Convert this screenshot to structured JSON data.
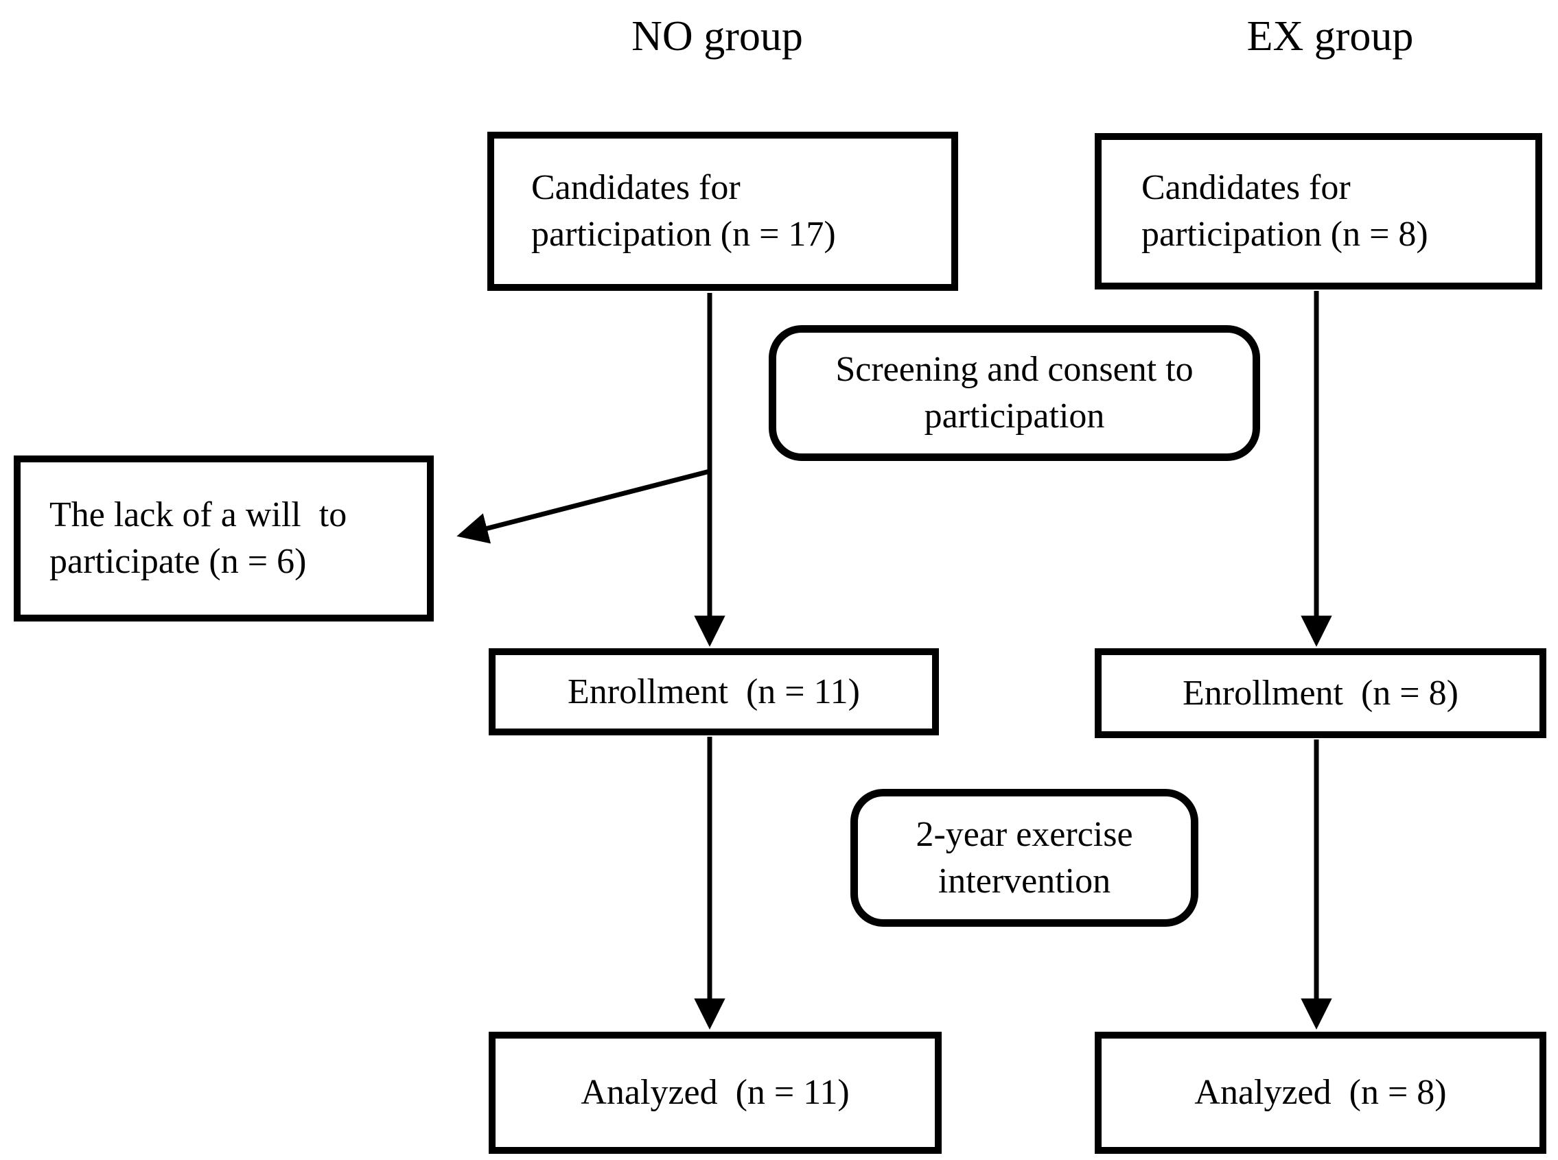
{
  "diagram": {
    "type": "participant-flow-diagram",
    "colors": {
      "ink": "#000000",
      "background": "#ffffff"
    },
    "column_titles": {
      "no_group": "NO group",
      "ex_group": "EX group"
    },
    "nodes": {
      "candidates_no": {
        "lines": [
          "Candidates for",
          "participation (n = 17)"
        ]
      },
      "candidates_ex": {
        "lines": [
          "Candidates for",
          "participation (n = 8)"
        ]
      },
      "screening": {
        "lines": [
          "Screening and consent to",
          "participation"
        ]
      },
      "dropout": {
        "lines": [
          "The lack of a will  to",
          "participate (n = 6)"
        ]
      },
      "enrollment_no": {
        "lines": [
          "Enrollment  (n = 11)"
        ]
      },
      "enrollment_ex": {
        "lines": [
          "Enrollment  (n = 8)"
        ]
      },
      "intervention": {
        "lines": [
          "2-year exercise",
          "intervention"
        ]
      },
      "analyzed_no": {
        "lines": [
          "Analyzed  (n = 11)"
        ]
      },
      "analyzed_ex": {
        "lines": [
          "Analyzed  (n = 8)"
        ]
      }
    },
    "edges": [
      {
        "from": "candidates_no",
        "to": "enrollment_no"
      },
      {
        "from": "candidates_no",
        "to": "dropout"
      },
      {
        "from": "enrollment_no",
        "to": "analyzed_no"
      },
      {
        "from": "candidates_ex",
        "to": "enrollment_ex"
      },
      {
        "from": "enrollment_ex",
        "to": "analyzed_ex"
      }
    ]
  }
}
